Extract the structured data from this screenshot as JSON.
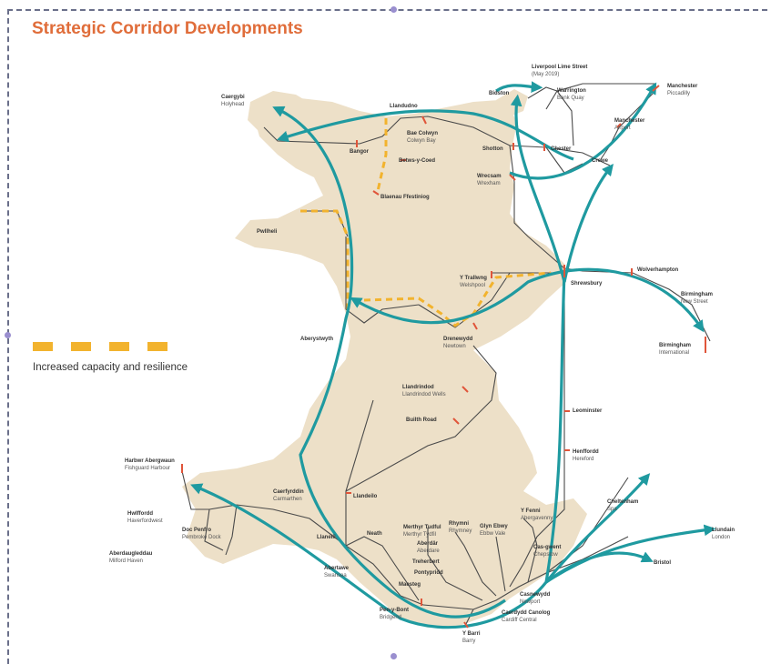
{
  "title": "Strategic Corridor Developments",
  "legend": {
    "label": "Increased capacity and resilience",
    "color": "#f2b32e"
  },
  "colors": {
    "land": "#ede0c8",
    "corridor": "#1f9aa0",
    "rail": "#4a4a4a",
    "station": "#e0553a",
    "capacity": "#f2b32e"
  },
  "places": [
    {
      "id": "caergybi",
      "name": "Caergybi",
      "sub": "Holyhead"
    },
    {
      "id": "llandudno",
      "name": "Llandudno",
      "sub": ""
    },
    {
      "id": "baecolwyn",
      "name": "Bae Colwyn",
      "sub": "Colwyn Bay"
    },
    {
      "id": "bangor",
      "name": "Bangor",
      "sub": ""
    },
    {
      "id": "betws",
      "name": "Betws-y-Coed",
      "sub": ""
    },
    {
      "id": "blaenau",
      "name": "Blaenau Ffestiniog",
      "sub": ""
    },
    {
      "id": "pwllheli",
      "name": "Pwllheli",
      "sub": ""
    },
    {
      "id": "liverpool",
      "name": "Liverpool Lime Street",
      "sub": "(May 2019)"
    },
    {
      "id": "bidston",
      "name": "Bidston",
      "sub": ""
    },
    {
      "id": "warrington",
      "name": "Warrington",
      "sub": "Bank Quay"
    },
    {
      "id": "manchester",
      "name": "Manchester",
      "sub": "Piccadilly"
    },
    {
      "id": "manairport",
      "name": "Manchester",
      "sub": "Airport"
    },
    {
      "id": "shotton",
      "name": "Shotton",
      "sub": ""
    },
    {
      "id": "chester",
      "name": "Chester",
      "sub": ""
    },
    {
      "id": "crewe",
      "name": "Crewe",
      "sub": ""
    },
    {
      "id": "wrecsam",
      "name": "Wrecsam",
      "sub": "Wrexham"
    },
    {
      "id": "ytrallwng",
      "name": "Y Trallwng",
      "sub": "Welshpool"
    },
    {
      "id": "shrewsbury",
      "name": "Shrewsbury",
      "sub": ""
    },
    {
      "id": "wolverhampton",
      "name": "Wolverhampton",
      "sub": ""
    },
    {
      "id": "birmingham",
      "name": "Birmingham",
      "sub": "New Street"
    },
    {
      "id": "birminghamintl",
      "name": "Birmingham",
      "sub": "International"
    },
    {
      "id": "aberystwyth",
      "name": "Aberystwyth",
      "sub": ""
    },
    {
      "id": "drenewydd",
      "name": "Drenewydd",
      "sub": "Newtown"
    },
    {
      "id": "llandrindod",
      "name": "Llandrindod",
      "sub": "Llandrindod Wells"
    },
    {
      "id": "builth",
      "name": "Builth Road",
      "sub": ""
    },
    {
      "id": "leominster",
      "name": "Leominster",
      "sub": ""
    },
    {
      "id": "hereford",
      "name": "Henffordd",
      "sub": "Hereford"
    },
    {
      "id": "abergwaun",
      "name": "Harbwr Abergwaun",
      "sub": "Fishguard Harbour"
    },
    {
      "id": "hwlffordd",
      "name": "Hwlffordd",
      "sub": "Haverfordwest"
    },
    {
      "id": "dociPenfro",
      "name": "Doc Penfro",
      "sub": "Pembroke Dock"
    },
    {
      "id": "aberdaugleddau",
      "name": "Aberdaugleddau",
      "sub": "Milford Haven"
    },
    {
      "id": "caerfyrddin",
      "name": "Caerfyrddin",
      "sub": "Carmarthen"
    },
    {
      "id": "llandeilo",
      "name": "Llandeilo",
      "sub": ""
    },
    {
      "id": "llanelli",
      "name": "Llanelli",
      "sub": ""
    },
    {
      "id": "neath",
      "name": "Neath",
      "sub": ""
    },
    {
      "id": "abertawe",
      "name": "Abertawe",
      "sub": "Swansea"
    },
    {
      "id": "merthyr",
      "name": "Merthyr Tudful",
      "sub": "Merthyr Tydfil"
    },
    {
      "id": "aberdar",
      "name": "Aberdâr",
      "sub": "Aberdare"
    },
    {
      "id": "treherbert",
      "name": "Treherbert",
      "sub": ""
    },
    {
      "id": "pontypridd",
      "name": "Pontypridd",
      "sub": ""
    },
    {
      "id": "maesteg",
      "name": "Maesteg",
      "sub": ""
    },
    {
      "id": "rhymni",
      "name": "Rhymni",
      "sub": "Rhymney"
    },
    {
      "id": "glynebwy",
      "name": "Glyn Ebwy",
      "sub": "Ebbw Vale"
    },
    {
      "id": "yfenni",
      "name": "Y Fenni",
      "sub": "Abergavenny"
    },
    {
      "id": "cheltenham",
      "name": "Cheltenham",
      "sub": "Spa"
    },
    {
      "id": "casgwent",
      "name": "Cas-gwent",
      "sub": "Chepstow"
    },
    {
      "id": "casnewydd",
      "name": "Casnewydd",
      "sub": "Newport"
    },
    {
      "id": "caerdydd",
      "name": "Caerdydd Canolog",
      "sub": "Cardiff Central"
    },
    {
      "id": "penybont",
      "name": "Pen-y-Bont",
      "sub": "Bridgend"
    },
    {
      "id": "ybarri",
      "name": "Y Barri",
      "sub": "Barry"
    },
    {
      "id": "llundain",
      "name": "Llundain",
      "sub": "London"
    },
    {
      "id": "bristol",
      "name": "Bristol",
      "sub": ""
    }
  ]
}
